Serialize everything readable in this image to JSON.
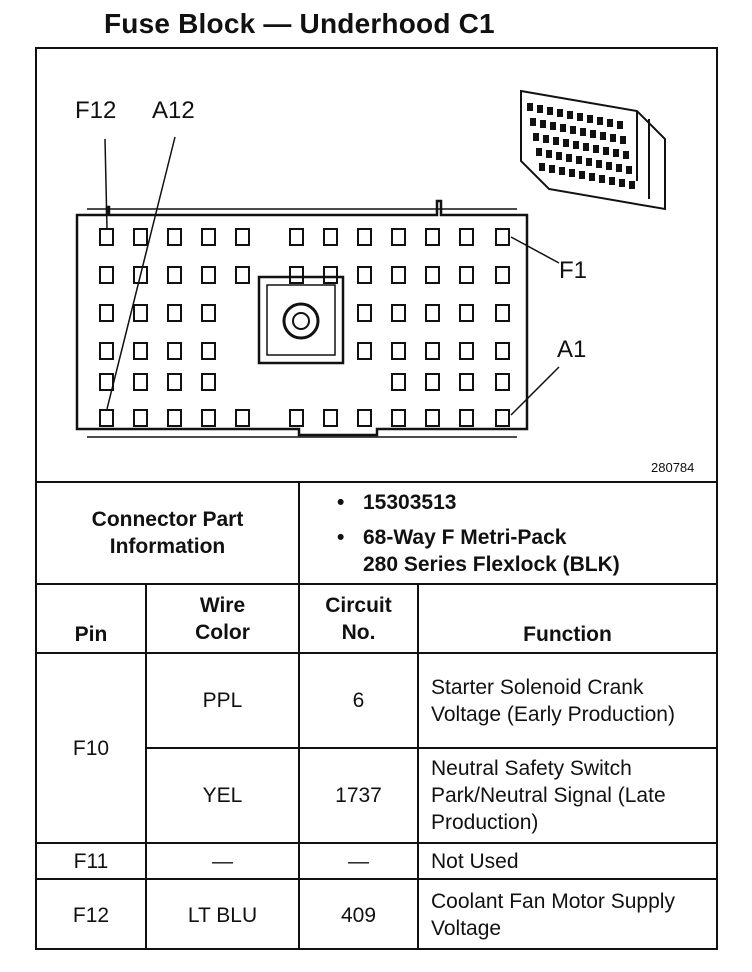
{
  "title": "Fuse Block — Underhood C1",
  "diagram": {
    "labels": {
      "f12": "F12",
      "a12": "A12",
      "f1": "F1",
      "a1": "A1"
    },
    "figure_number": "280784"
  },
  "connector_info": {
    "label": "Connector Part Information",
    "items": [
      "15303513",
      "68-Way F Metri-Pack",
      "280 Series Flexlock (BLK)"
    ]
  },
  "table": {
    "headers": {
      "pin": "Pin",
      "wire_color": "Wire Color",
      "circuit": "Circuit No.",
      "function": "Function"
    },
    "rows": [
      {
        "pin": "F10",
        "wire": "PPL",
        "circuit": "6",
        "function": "Starter Solenoid Crank Voltage (Early Production)"
      },
      {
        "pin": "",
        "wire": "YEL",
        "circuit": "1737",
        "function": "Neutral Safety Switch Park/Neutral Signal (Late Production)"
      },
      {
        "pin": "F11",
        "wire": "—",
        "circuit": "—",
        "function": "Not Used"
      },
      {
        "pin": "F12",
        "wire": "LT BLU",
        "circuit": "409",
        "function": "Coolant Fan Motor Supply Voltage"
      }
    ]
  }
}
